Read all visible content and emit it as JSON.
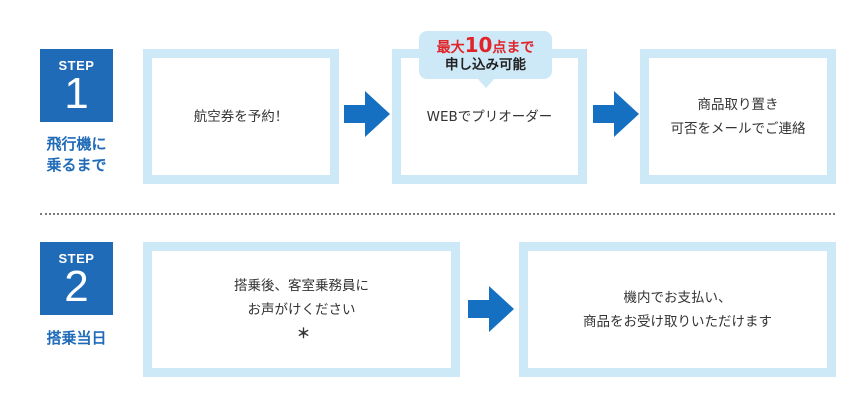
{
  "colors": {
    "brand_blue": "#1f6bb8",
    "box_border": "#cde9f8",
    "arrow_blue": "#1570c2",
    "highlight_red": "#e0242a"
  },
  "step1": {
    "badge_word": "STEP",
    "badge_number": "1",
    "caption": "飛行機に\n乗るまで",
    "boxes": [
      "航空券を予約！",
      "WEBでプリオーダー",
      "商品取り置き\n可否をメールでご連絡"
    ],
    "bubble": {
      "prefix": "最大",
      "number": "10",
      "suffix": "点まで",
      "line2": "申し込み可能"
    }
  },
  "step2": {
    "badge_word": "STEP",
    "badge_number": "2",
    "caption": "搭乗当日",
    "boxes": [
      "搭乗後、客室乗務員に\nお声がけください",
      "機内でお支払い、\n商品をお受け取りいただけます"
    ],
    "asterisk": "＊"
  },
  "icons": [
    "arrow-right-icon"
  ]
}
